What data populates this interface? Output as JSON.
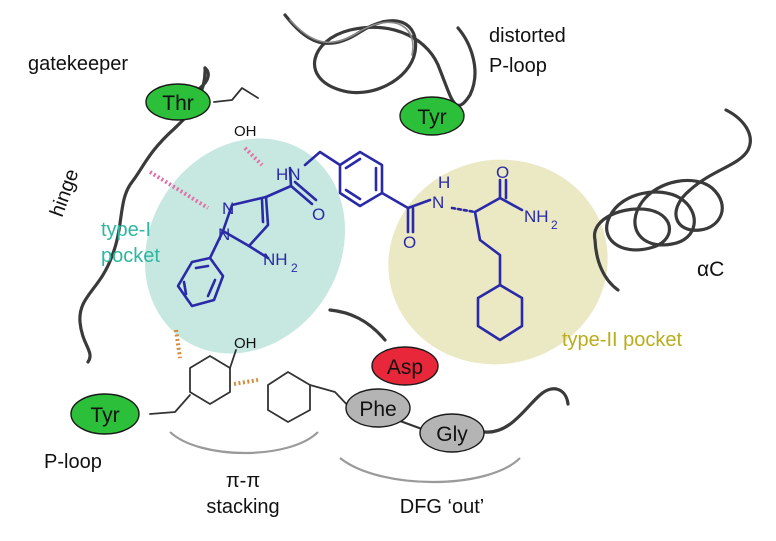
{
  "labels": {
    "gatekeeper": "gatekeeper",
    "distorted": "distorted",
    "p_loop_top": "P-loop",
    "hinge": "hinge",
    "type1_line1": "type-I",
    "type1_line2": "pocket",
    "type2": "type-II pocket",
    "alpha_c": "αC",
    "p_loop_bottom": "P-loop",
    "pi_pi": "π-π",
    "stacking": "stacking",
    "dfg_out": "DFG ‘out’"
  },
  "residues": {
    "thr": "Thr",
    "tyr_top": "Tyr",
    "asp": "Asp",
    "phe": "Phe",
    "gly": "Gly",
    "tyr_bottom": "Tyr"
  },
  "atoms": {
    "hn_amide": "HN",
    "oh_thr": "OH",
    "n_ring1": "N",
    "n_ring2": "N",
    "o_amide1": "O",
    "nh2_ring": "NH",
    "nh2_ring_sub": "2",
    "h_amide2": "H",
    "n_amide2": "N",
    "o_amide2": "O",
    "o_terminal": "O",
    "nh2_terminal": "NH",
    "nh2_terminal_sub": "2",
    "oh_tyr": "OH"
  },
  "colors": {
    "ligand": "#2a2aa8",
    "residue_green": "#2bbf3a",
    "residue_red": "#e8283a",
    "residue_gray": "#b4b4b4",
    "type1_pocket": "#c6e8e1",
    "type2_pocket": "#ebe8c4",
    "type1_text": "#2db7a0",
    "type2_text": "#b9ad1c",
    "hbond_dash": "#e46fa6",
    "stack_dash": "#d98a3c"
  }
}
